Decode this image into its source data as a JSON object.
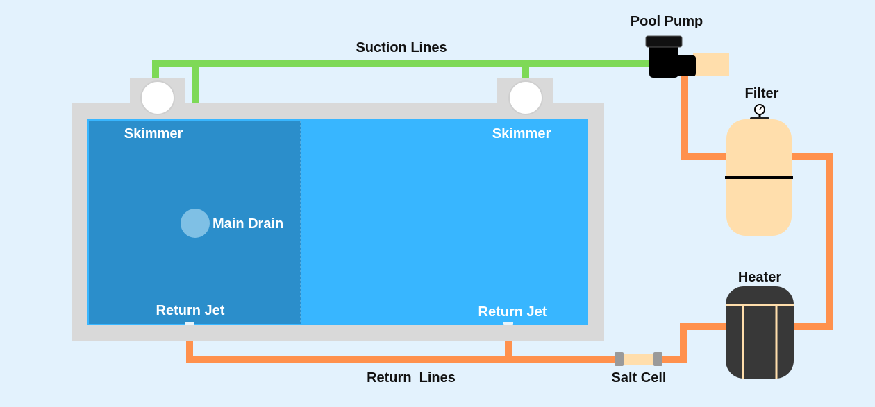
{
  "labels": {
    "pool_pump": "Pool Pump",
    "suction_lines": "Suction Lines",
    "filter": "Filter",
    "heater": "Heater",
    "skimmer_left": "Skimmer",
    "skimmer_right": "Skimmer",
    "main_drain": "Main Drain",
    "return_jet_left": "Return Jet",
    "return_jet_right": "Return Jet",
    "return_lines": "Return  Lines",
    "salt_cell": "Salt Cell"
  },
  "colors": {
    "background": "#e3f2fd",
    "suction_line": "#7ed957",
    "return_line": "#ff914d",
    "pool_deck": "#d9d9d9",
    "water_deep": "#2b8ecb",
    "water_shallow": "#38b6ff",
    "filter_body": "#ffdeac",
    "heater_body": "#383838",
    "pump_body": "#000000",
    "label_dark": "#111111",
    "label_light": "#ffffff"
  },
  "icons": {
    "pump": "pool-pump-icon",
    "filter": "filter-tank-icon",
    "heater": "heater-icon",
    "salt_cell": "salt-cell-icon",
    "skimmer": "skimmer-icon",
    "main_drain": "main-drain-icon",
    "pressure_gauge": "pressure-gauge-icon"
  }
}
